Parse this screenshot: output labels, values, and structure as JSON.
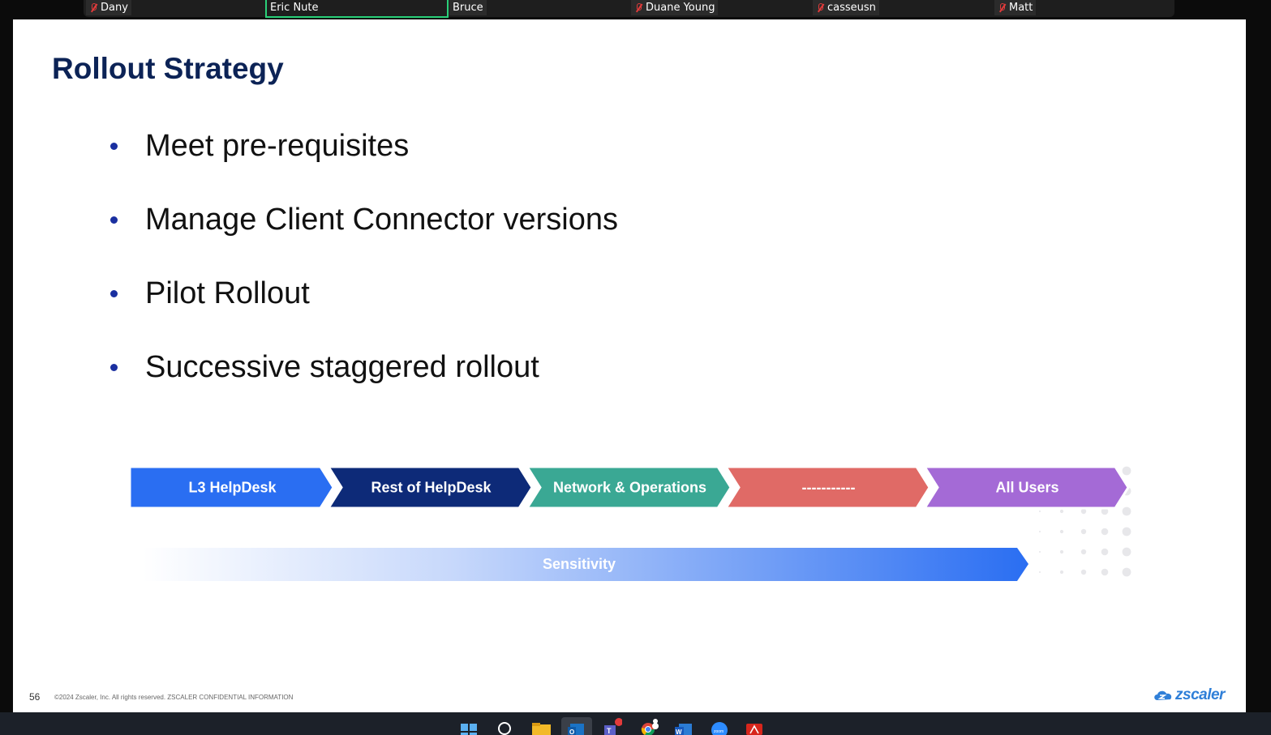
{
  "meeting": {
    "participants": [
      {
        "name": "Dany",
        "muted": true
      },
      {
        "name": "Eric Nute",
        "muted": false,
        "active_speaker": true
      },
      {
        "name": "Bruce",
        "muted": false
      },
      {
        "name": "Duane Young",
        "muted": true
      },
      {
        "name": "casseusn",
        "muted": true
      },
      {
        "name": "Matt",
        "muted": true
      }
    ]
  },
  "slide": {
    "title": "Rollout Strategy",
    "bullets": [
      "Meet pre-requisites",
      "Manage Client Connector versions",
      "Pilot Rollout",
      "Successive staggered rollout"
    ],
    "stages": [
      {
        "label": "L3 HelpDesk",
        "color": "#2a6ef2"
      },
      {
        "label": "Rest of HelpDesk",
        "color": "#0d2a78"
      },
      {
        "label": "Network & Operations",
        "color": "#3aa894"
      },
      {
        "label": "-----------",
        "color": "#e06a66"
      },
      {
        "label": "All Users",
        "color": "#a46ad6"
      }
    ],
    "sensitivity_label": "Sensitivity",
    "page_number": "56",
    "copyright": "©2024 Zscaler, Inc. All rights reserved. ZSCALER CONFIDENTIAL INFORMATION",
    "logo_text": "zscaler"
  },
  "taskbar": {
    "icons": [
      "windows-start-icon",
      "search-icon",
      "file-explorer-icon",
      "outlook-icon",
      "teams-icon",
      "chrome-icon",
      "word-icon",
      "zoom-icon",
      "acrobat-icon"
    ]
  }
}
